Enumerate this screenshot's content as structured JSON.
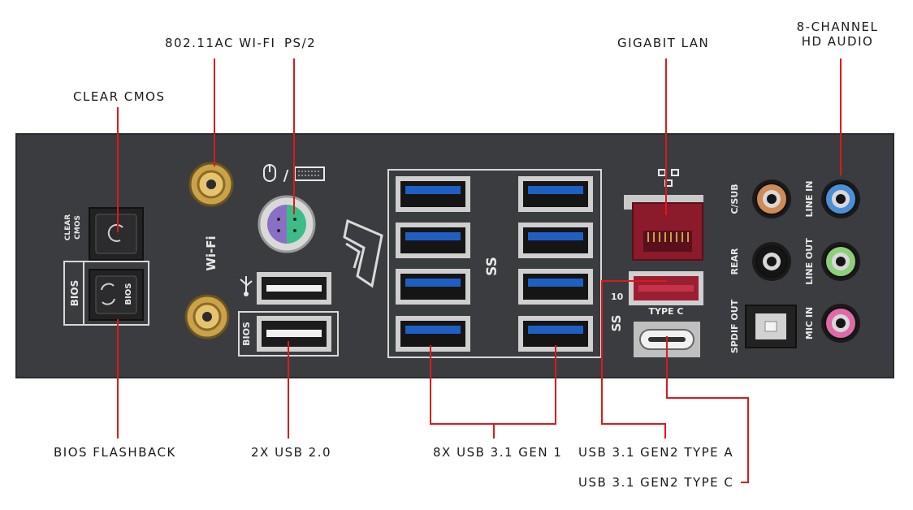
{
  "callouts": {
    "wifi": "802.11AC WI-FI",
    "ps2": "PS/2",
    "clear_cmos": "CLEAR CMOS",
    "gigabit_lan": "GIGABIT LAN",
    "hd_audio": [
      "8-CHANNEL",
      "HD AUDIO"
    ],
    "bios_flashback": "BIOS FLASHBACK",
    "usb20": "2X USB 2.0",
    "usb31_gen1": "8X USB 3.1 GEN 1",
    "usb31_gen2_a": "USB 3.1 GEN2 TYPE A",
    "usb31_gen2_c": "USB 3.1 GEN2 TYPE C"
  },
  "panel_labels": {
    "clear_cmos": [
      "CLEAR",
      "CMOS"
    ],
    "bios": "BIOS",
    "bios_button": "BIOS",
    "wifi": "Wi-Fi",
    "usb_bios": "BIOS",
    "type_c": "TYPE C",
    "ss10": "10",
    "csub": "C/SUB",
    "rear": "REAR",
    "spdif": "SPDIF OUT",
    "line_in": "LINE IN",
    "line_out": "LINE OUT",
    "mic_in": "MIC IN"
  },
  "colors": {
    "panel": "#3b3c40",
    "leader": "#d81b1b",
    "usb3_blue": "#1f5fc4",
    "lan_red": "#8b1a2a",
    "audio_csub": "#d08a55",
    "audio_rear": "#151515",
    "audio_line_in": "#4a90d9",
    "audio_line_out": "#8fcf7a",
    "audio_mic": "#e06aa8",
    "ps2_purple": "#8b6fc4",
    "ps2_green": "#3dbd86",
    "antenna_gold": "#c9a24a"
  },
  "icons": [
    "mouse-icon",
    "keyboard-icon",
    "usb-icon",
    "superspeed-icon",
    "network-icon",
    "rog-logo",
    "refresh-icon"
  ]
}
